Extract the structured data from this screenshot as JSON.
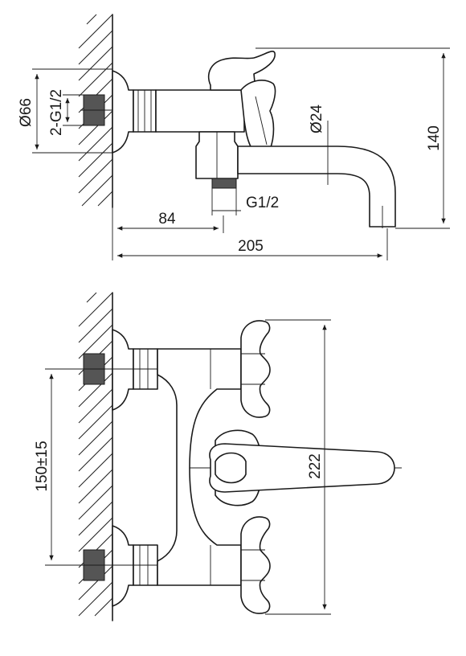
{
  "side_view": {
    "dim_diameter_flange": "Ø66",
    "dim_inlet_thread": "2-G1/2",
    "dim_spout_diameter": "Ø24",
    "dim_height": "140",
    "dim_outlet_thread": "G1/2",
    "dim_wall_to_outlet": "84",
    "dim_total_reach": "205"
  },
  "front_view": {
    "dim_center_distance": "150±15",
    "dim_total_height": "222"
  }
}
